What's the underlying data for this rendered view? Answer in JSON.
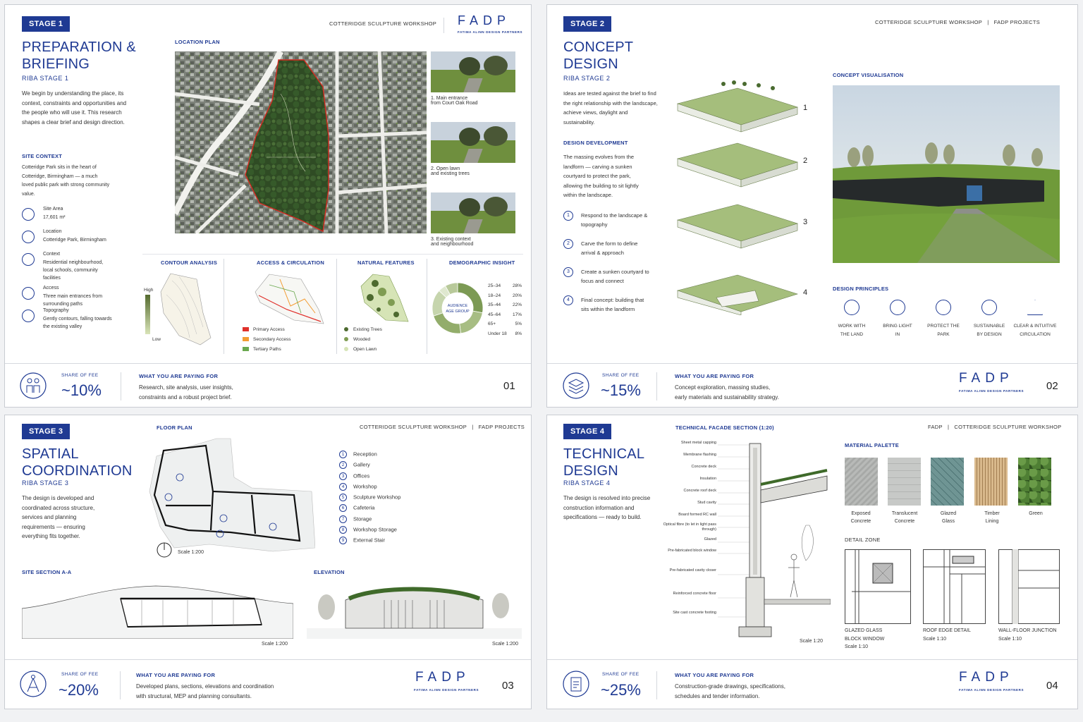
{
  "stage1": {
    "badge": "STAGE 1",
    "title_l1": "PREPARATION &",
    "title_l2": "BRIEFING",
    "riba": "RIBA STAGE 1",
    "intro": "We begin by understanding the place, its context, constraints and opportunities and the people who will use it. This research shapes a clear brief and design direction.",
    "header": "COTTERIDGE SCULPTURE WORKSHOP",
    "site_context_label": "SITE CONTEXT",
    "site_context_text": "Cotteridge Park sits in the heart of Cotteridge, Birmingham — a much loved public park with strong community value.",
    "facts": [
      {
        "label": "Site Area",
        "value": "17,601 m²",
        "icon": "area-icon"
      },
      {
        "label": "Location",
        "value": "Cotteridge Park, Birmingham",
        "icon": "location-pin-icon"
      },
      {
        "label": "Context",
        "value": "Residential neighbourhood, local schools, community facilities",
        "icon": "buildings-icon"
      },
      {
        "label": "Access",
        "value": "Three main entrances from surrounding paths",
        "icon": "access-triangle-icon"
      },
      {
        "label": "Topography",
        "value": "Gently contours, falling towards the existing valley",
        "icon": "topography-icon"
      }
    ],
    "location_plan_label": "LOCATION PLAN",
    "photos": [
      {
        "n": "1. Main entrance",
        "d": "from Court Oak Road"
      },
      {
        "n": "2. Open lawn",
        "d": "and existing trees"
      },
      {
        "n": "3. Existing context",
        "d": "and neighbourhood"
      }
    ],
    "contour_label": "CONTOUR ANALYSIS",
    "contour_high": "High",
    "contour_low": "Low",
    "access_label": "ACCESS & CIRCULATION",
    "access_legend": [
      {
        "label": "Primary Access",
        "color": "#e0312b"
      },
      {
        "label": "Secondary Access",
        "color": "#f39c32"
      },
      {
        "label": "Tertiary Paths",
        "color": "#6aa84f"
      }
    ],
    "natural_label": "NATURAL FEATURES",
    "natural_legend": [
      {
        "label": "Existing Trees",
        "color": "#4d6a2f"
      },
      {
        "label": "Wooded",
        "color": "#7f9c52"
      },
      {
        "label": "Open Lawn",
        "color": "#d6e4b6"
      }
    ],
    "demo_label": "DEMOGRAPHIC INSIGHT",
    "demo_center_l1": "AUDIENCE",
    "demo_center_l2": "AGE GROUP",
    "demo": [
      {
        "age": "25–34",
        "pct": "28%",
        "v": 28
      },
      {
        "age": "18–24",
        "pct": "20%",
        "v": 20
      },
      {
        "age": "35–44",
        "pct": "22%",
        "v": 22
      },
      {
        "age": "45–64",
        "pct": "17%",
        "v": 17
      },
      {
        "age": "65+",
        "pct": "5%",
        "v": 5
      },
      {
        "age": "Under 18",
        "pct": "8%",
        "v": 8
      }
    ],
    "fee_label": "SHARE OF FEE",
    "fee": "~10%",
    "pay_label": "WHAT YOU ARE PAYING FOR",
    "pay_l1": "Research, site analysis, user insights,",
    "pay_l2": "constraints and a robust project brief.",
    "page": "01"
  },
  "stage2": {
    "badge": "STAGE 2",
    "title_l1": "CONCEPT",
    "title_l2": "DESIGN",
    "riba": "RIBA STAGE 2",
    "header": "COTTERIDGE SCULPTURE WORKSHOP",
    "header2": "FADP PROJECTS",
    "intro": "Ideas are tested against the brief to find the right relationship with the landscape, achieve views, daylight and sustainability.",
    "dev_label": "DESIGN DEVELOPMENT",
    "dev_text": "The massing evolves from the landform — carving a sunken courtyard to protect the park, allowing the building to sit lightly within the landscape.",
    "steps": [
      "Respond to the landscape & topography",
      "Carve the form to define arrival & approach",
      "Create a sunken courtyard to focus and connect",
      "Final concept: building that sits within the landform"
    ],
    "massing_nums": [
      "1",
      "2",
      "3",
      "4"
    ],
    "viz_label": "CONCEPT VISUALISATION",
    "principles_label": "DESIGN PRINCIPLES",
    "principles": [
      {
        "l1": "WORK WITH",
        "l2": "THE LAND",
        "icon": "mountain-icon"
      },
      {
        "l1": "BRING LIGHT",
        "l2": "IN",
        "icon": "sun-icon"
      },
      {
        "l1": "PROTECT THE",
        "l2": "PARK",
        "icon": "plant-icon"
      },
      {
        "l1": "SUSTAINABLE",
        "l2": "BY DESIGN",
        "icon": "leaf-icon"
      },
      {
        "l1": "CLEAR & INTUITIVE",
        "l2": "CIRCULATION",
        "icon": "triangle-circulation-icon"
      }
    ],
    "fee_label": "SHARE OF FEE",
    "fee": "~15%",
    "pay_label": "WHAT YOU ARE PAYING FOR",
    "pay_l1": "Concept exploration, massing studies,",
    "pay_l2": "early materials and sustainability strategy.",
    "page": "02"
  },
  "stage3": {
    "badge": "STAGE 3",
    "title_l1": "SPATIAL",
    "title_l2": "COORDINATION",
    "riba": "RIBA STAGE 3",
    "intro": "The design is developed and coordinated across structure, services and planning requirements — ensuring everything fits together.",
    "header": "COTTERIDGE SCULPTURE WORKSHOP",
    "header2": "FADP PROJECTS",
    "floor_label": "FLOOR PLAN",
    "floor_scale": "Scale 1:200",
    "rooms": [
      "Reception",
      "Gallery",
      "Offices",
      "Workshop",
      "Sculpture Workshop",
      "Cafeteria",
      "Storage",
      "Workshop Storage",
      "External Stair"
    ],
    "section_label": "SITE SECTION A-A",
    "section_scale": "Scale 1:200",
    "elev_label": "ELEVATION",
    "elev_scale": "Scale 1:200",
    "fee_label": "SHARE OF FEE",
    "fee": "~20%",
    "pay_label": "WHAT YOU ARE PAYING FOR",
    "pay_l1": "Developed plans, sections, elevations and coordination",
    "pay_l2": "with structural, MEP and planning consultants.",
    "page": "03"
  },
  "stage4": {
    "badge": "STAGE 4",
    "title_l1": "TECHNICAL",
    "title_l2": "DESIGN",
    "riba": "RIBA STAGE 4",
    "intro": "The design is resolved into precise construction information and specifications — ready to build.",
    "header": "FADP",
    "header2": "COTTERIDGE SCULPTURE WORKSHOP",
    "facade_label": "TECHNICAL FACADE SECTION (1:20)",
    "facade_scale": "Scale 1:20",
    "section_labels": [
      "Sheet metal capping",
      "Membrane flashing",
      "Concrete deck",
      "Insulation",
      "Concrete roof deck",
      "Stud cavity",
      "Board formed RC wall",
      "Optical fibre (to let in light pass through)",
      "Glazed",
      "Pre-fabricated block window",
      "Pre-fabricated cavity closer",
      "Reinforced concrete floor",
      "Site cast concrete footing"
    ],
    "palette_label": "MATERIAL PALETTE",
    "materials": [
      {
        "l1": "Exposed",
        "l2": "Concrete"
      },
      {
        "l1": "Translucent",
        "l2": "Concrete"
      },
      {
        "l1": "Glazed",
        "l2": "Glass"
      },
      {
        "l1": "Timber",
        "l2": "Lining"
      },
      {
        "l1": "Green",
        "l2": ""
      }
    ],
    "detail_label": "DETAIL ZONE",
    "details": [
      {
        "l1": "GLAZED GLASS",
        "l2": "BLOCK WINDOW",
        "s": "Scale 1:10"
      },
      {
        "l1": "ROOF EDGE DETAIL",
        "l2": "",
        "s": "Scale 1:10"
      },
      {
        "l1": "WALL-FLOOR JUNCTION",
        "l2": "",
        "s": "Scale 1:10"
      }
    ],
    "fee_label": "SHARE OF FEE",
    "fee": "~25%",
    "pay_label": "WHAT YOU ARE PAYING FOR",
    "pay_l1": "Construction-grade drawings, specifications,",
    "pay_l2": "schedules and tender information.",
    "page": "04"
  },
  "brand": {
    "logo": "FADP",
    "logo_sub": "FATIMA ALINN DESIGN PARTNERS",
    "accent": "#1f3a93"
  }
}
